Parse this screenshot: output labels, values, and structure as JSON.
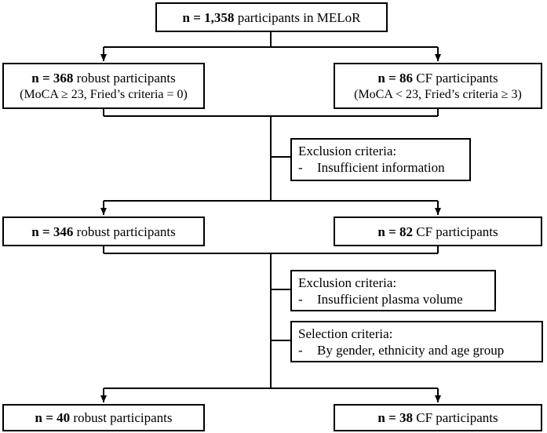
{
  "top": {
    "n": "n = 1,358",
    "text": "participants in MELoR"
  },
  "stage1": {
    "robust": {
      "n": "n = 368",
      "text": "robust participants",
      "detail": "(MoCA ≥ 23, Fried’s criteria = 0)"
    },
    "cf": {
      "n": "n = 86",
      "text": "CF participants",
      "detail": "(MoCA < 23, Fried’s criteria ≥ 3)"
    }
  },
  "exclusion1": {
    "title": "Exclusion criteria:",
    "dash": "-",
    "item": "Insufficient information"
  },
  "stage2": {
    "robust": {
      "n": "n = 346",
      "text": "robust participants"
    },
    "cf": {
      "n": "n = 82",
      "text": "CF participants"
    }
  },
  "exclusion2": {
    "title": "Exclusion criteria:",
    "dash": "-",
    "item": "Insufficient plasma volume"
  },
  "selection": {
    "title": "Selection criteria:",
    "dash": "-",
    "item": "By gender, ethnicity and age group"
  },
  "stage3": {
    "robust": {
      "n": "n = 40",
      "text": "robust participants"
    },
    "cf": {
      "n": "n = 38",
      "text": "CF participants"
    }
  },
  "colors": {
    "stroke": "#000000",
    "background": "#ffffff"
  }
}
